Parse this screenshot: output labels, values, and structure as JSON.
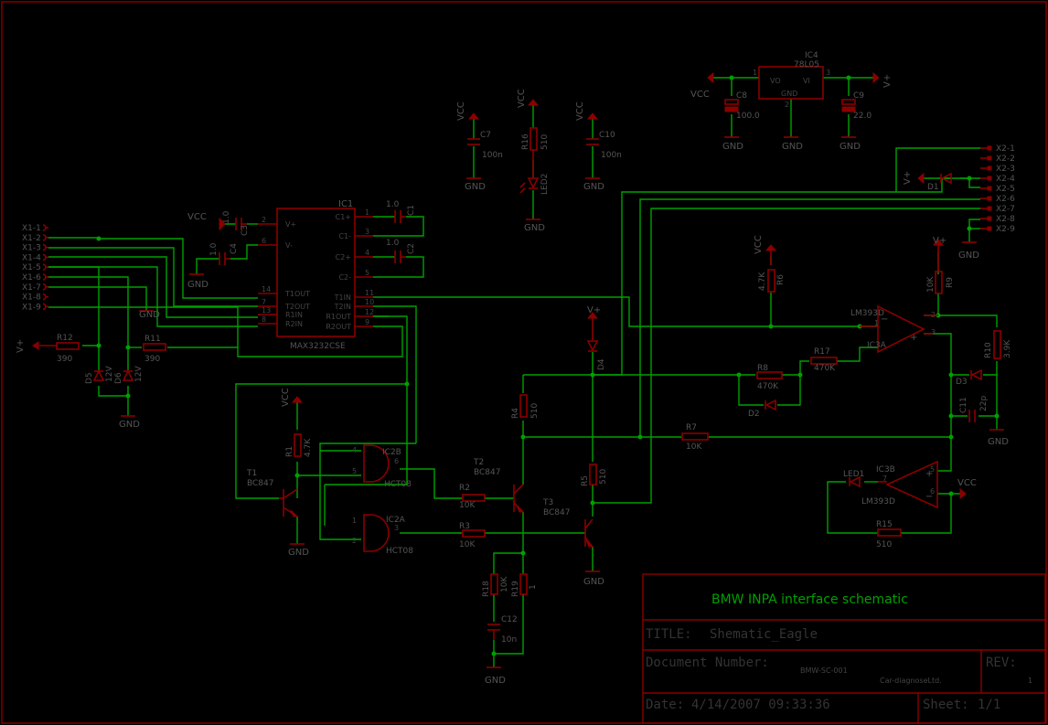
{
  "title_block": {
    "heading": "BMW INPA interface schematic",
    "title_label": "TITLE:",
    "title_value": "Shematic_Eagle",
    "docnum_label": "Document Number:",
    "docnum_value": "BMW-SC-001",
    "company": "Car-diagnoseLtd.",
    "rev_label": "REV:",
    "rev_value": "1",
    "date_label": "Date:",
    "date_value": "4/14/2007 09:33:36",
    "sheet_label": "Sheet:",
    "sheet_value": "1/1"
  },
  "nets": {
    "vcc": "VCC",
    "gnd": "GND",
    "vplus": "V+"
  },
  "connector_x1": {
    "pins": [
      "X1-1",
      "X1-2",
      "X1-3",
      "X1-4",
      "X1-5",
      "X1-6",
      "X1-7",
      "X1-8",
      "X1-9"
    ]
  },
  "connector_x2": {
    "pins": [
      "X2-1",
      "X2-2",
      "X2-3",
      "X2-4",
      "X2-5",
      "X2-6",
      "X2-7",
      "X2-8",
      "X2-9"
    ]
  },
  "ic1": {
    "name": "IC1",
    "part": "MAX3232CSE",
    "left_pins": [
      {
        "num": "2",
        "name": "V+"
      },
      {
        "num": "6",
        "name": "V-"
      },
      {
        "num": "14",
        "name": "T1OUT"
      },
      {
        "num": "7",
        "name": "T2OUT"
      },
      {
        "num": "13",
        "name": "R1IN"
      },
      {
        "num": "8",
        "name": "R2IN"
      }
    ],
    "right_pins": [
      {
        "num": "1",
        "name": "C1+"
      },
      {
        "num": "3",
        "name": "C1-"
      },
      {
        "num": "4",
        "name": "C2+"
      },
      {
        "num": "5",
        "name": "C2-"
      },
      {
        "num": "11",
        "name": "T1IN"
      },
      {
        "num": "10",
        "name": "T2IN"
      },
      {
        "num": "12",
        "name": "R1OUT"
      },
      {
        "num": "9",
        "name": "R2OUT"
      }
    ]
  },
  "ic4": {
    "name": "IC4",
    "part": "78L05",
    "pin_vo": "VO",
    "pin_vi": "VI",
    "pin_gnd": "GND",
    "pin1": "1",
    "pin2": "2",
    "pin3": "3"
  },
  "ic2a": {
    "name": "IC2A",
    "part": "HCT08",
    "pin1": "1",
    "pin2": "2",
    "pin3": "3"
  },
  "ic2b": {
    "name": "IC2B",
    "part": "HCT08",
    "pin4": "4",
    "pin5": "5",
    "pin6": "6"
  },
  "ic3a": {
    "name": "IC3A",
    "part": "LM393D",
    "pin1": "1",
    "pin2": "2",
    "pin3": "3"
  },
  "ic3b": {
    "name": "IC3B",
    "part": "LM393D",
    "pin5": "5",
    "pin6": "6",
    "pin7": "7"
  },
  "components": {
    "c1": {
      "name": "C1",
      "value": "1.0"
    },
    "c2": {
      "name": "C2",
      "value": "1.0"
    },
    "c3": {
      "name": "C3",
      "value": "1.0"
    },
    "c4": {
      "name": "C4",
      "value": "1.0"
    },
    "c7": {
      "name": "C7",
      "value": "100n"
    },
    "c8": {
      "name": "C8",
      "value": "100.0"
    },
    "c9": {
      "name": "C9",
      "value": "22.0"
    },
    "c10": {
      "name": "C10",
      "value": "100n"
    },
    "c11": {
      "name": "C11",
      "value": "22p"
    },
    "c12": {
      "name": "C12",
      "value": "10n"
    },
    "r1": {
      "name": "R1",
      "value": "4.7K"
    },
    "r2": {
      "name": "R2",
      "value": "10K"
    },
    "r3": {
      "name": "R3",
      "value": "10K"
    },
    "r4": {
      "name": "R4",
      "value": "510"
    },
    "r5": {
      "name": "R5",
      "value": "510"
    },
    "r6": {
      "name": "R6",
      "value": "4.7K"
    },
    "r7": {
      "name": "R7",
      "value": "10K"
    },
    "r8": {
      "name": "R8",
      "value": "470K"
    },
    "r9": {
      "name": "R9",
      "value": "10K"
    },
    "r10": {
      "name": "R10",
      "value": "3.9K"
    },
    "r11": {
      "name": "R11",
      "value": "390"
    },
    "r12": {
      "name": "R12",
      "value": "390"
    },
    "r15": {
      "name": "R15",
      "value": "510"
    },
    "r16": {
      "name": "R16",
      "value": "510"
    },
    "r17": {
      "name": "R17",
      "value": "470K"
    },
    "r18": {
      "name": "R18",
      "value": "10K"
    },
    "r19": {
      "name": "R19",
      "value": "1"
    },
    "d1": {
      "name": "D1"
    },
    "d2": {
      "name": "D2"
    },
    "d3": {
      "name": "D3"
    },
    "d4": {
      "name": "D4"
    },
    "d5": {
      "name": "D5",
      "value": "12V"
    },
    "d6": {
      "name": "D6",
      "value": "12V"
    },
    "led1": {
      "name": "LED1"
    },
    "led2": {
      "name": "LED2"
    },
    "t1": {
      "name": "T1",
      "part": "BC847"
    },
    "t2": {
      "name": "T2",
      "part": "BC847"
    },
    "t3": {
      "name": "T3",
      "part": "BC847"
    }
  }
}
